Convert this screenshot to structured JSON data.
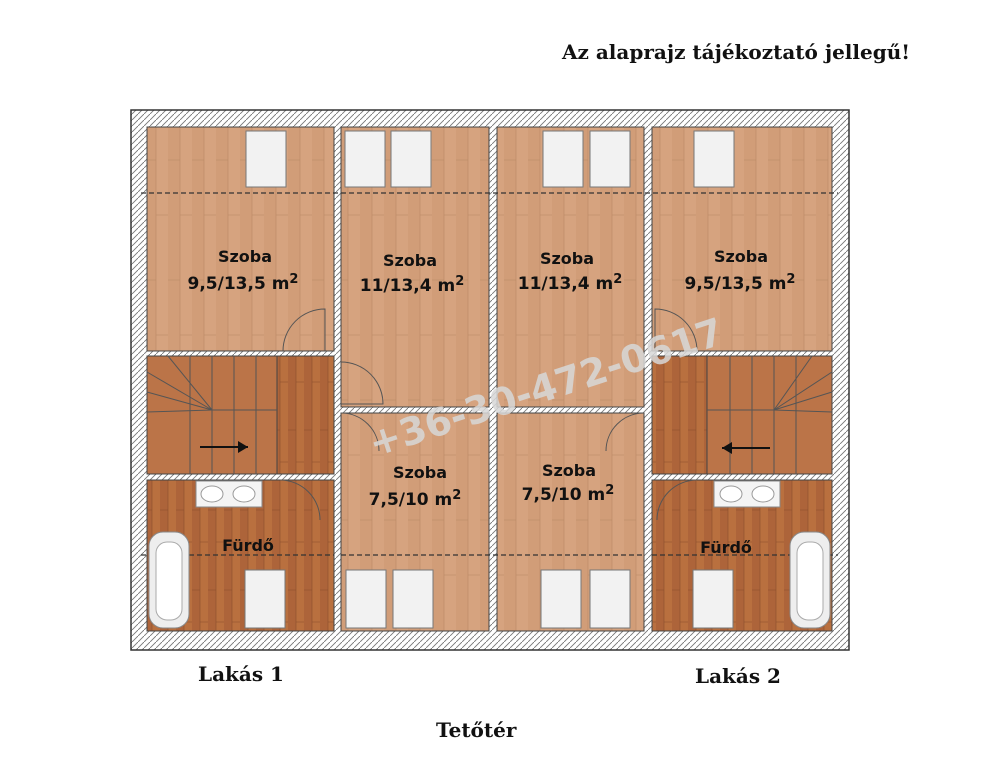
{
  "notice": "Az alaprajz tájékoztató jellegű!",
  "watermark": "+36-30-472-0617",
  "rooms": [
    {
      "name": "Szoba",
      "area": "9,5/13,5 m",
      "sup": "2"
    },
    {
      "name": "Szoba",
      "area": "11/13,4 m",
      "sup": "2"
    },
    {
      "name": "Szoba",
      "area": "11/13,4 m",
      "sup": "2"
    },
    {
      "name": "Szoba",
      "area": "9,5/13,5 m",
      "sup": "2"
    },
    {
      "name": "Szoba",
      "area": "7,5/10 m",
      "sup": "2"
    },
    {
      "name": "Szoba",
      "area": "7,5/10 m",
      "sup": "2"
    },
    {
      "name": "Fürdő"
    },
    {
      "name": "Fürdő"
    }
  ],
  "units": [
    "Lakás 1",
    "Lakás 2"
  ],
  "floor": "Tetőtér",
  "colors": {
    "floor": "#d4a27e",
    "stair": "#b8693e",
    "wall": "#ffffff",
    "outline": "#333333"
  }
}
